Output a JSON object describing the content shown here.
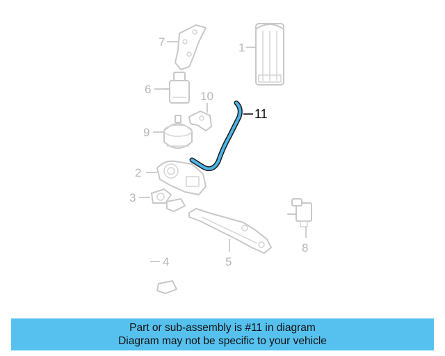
{
  "callouts": {
    "c1": "1",
    "c2": "2",
    "c3": "3",
    "c4": "4",
    "c5": "5",
    "c6": "6",
    "c7": "7",
    "c8": "8",
    "c9": "9",
    "c10": "10",
    "c11": "11"
  },
  "banner": {
    "line1": "Part or sub-assembly is #11 in diagram",
    "line2": "Diagram may not be specific to your vehicle"
  },
  "colors": {
    "highlight_part": "#4cb4e8",
    "banner_bg": "#56c1ee",
    "ghost_parts": "#c8c8c8"
  }
}
